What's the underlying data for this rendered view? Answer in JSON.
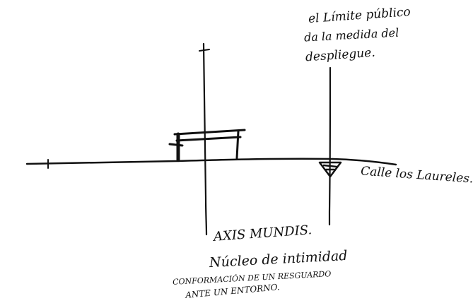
{
  "annotations": {
    "limit_line1": "el Límite público",
    "limit_line2": "da la medida del",
    "limit_line3": "despliegue.",
    "street": "Calle los Laureles.",
    "axis": "AXIS MUNDIS.",
    "nucleus": "Núcleo de intimidad",
    "conformation_line1": "CONFORMACIÓN DE UN RESGUARDO",
    "conformation_line2": "ANTE UN ENTORNO."
  },
  "colors": {
    "ink": "#111111",
    "paper": "#ffffff"
  }
}
